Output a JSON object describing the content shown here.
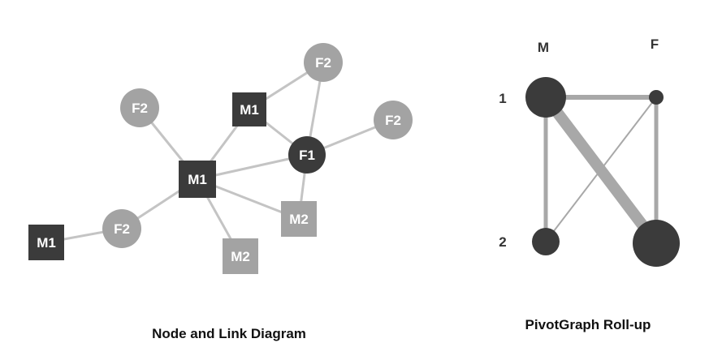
{
  "colors": {
    "dark": "#3b3b3b",
    "light": "#a3a3a3",
    "edge": "#c4c4c4",
    "pivot_edge": "#a8a8a8"
  },
  "node_link": {
    "caption": "Node and Link Diagram",
    "nodes": [
      {
        "label": "F2",
        "shape": "circle",
        "tone": "light"
      },
      {
        "label": "M1",
        "shape": "square",
        "tone": "dark"
      },
      {
        "label": "F2",
        "shape": "circle",
        "tone": "light"
      },
      {
        "label": "F2",
        "shape": "circle",
        "tone": "light"
      },
      {
        "label": "F1",
        "shape": "circle",
        "tone": "dark"
      },
      {
        "label": "M1",
        "shape": "square",
        "tone": "dark"
      },
      {
        "label": "M2",
        "shape": "square",
        "tone": "light"
      },
      {
        "label": "F2",
        "shape": "circle",
        "tone": "light"
      },
      {
        "label": "M1",
        "shape": "square",
        "tone": "dark"
      },
      {
        "label": "M2",
        "shape": "square",
        "tone": "light"
      }
    ]
  },
  "pivot": {
    "caption": "PivotGraph Roll-up",
    "col_labels": [
      "M",
      "F"
    ],
    "row_labels": [
      "1",
      "2"
    ]
  }
}
